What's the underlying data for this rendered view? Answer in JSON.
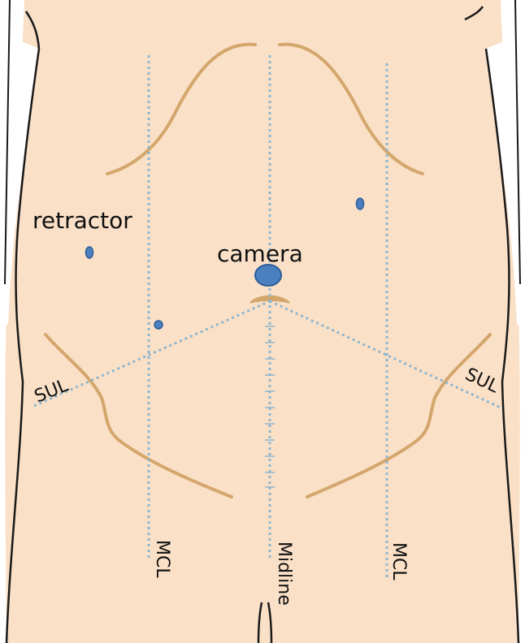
{
  "labels": {
    "retractor": "retractor",
    "camera": "camera",
    "sul_left": "SUL",
    "sul_right": "SUL",
    "mcl_left": "MCL",
    "midline": "Midline",
    "mcl_right": "MCL"
  },
  "colors": {
    "skin": "#fae0c7",
    "outline": "#1a1a1a",
    "contour": "#d3a66c",
    "guide_line": "#8eb6cf",
    "port": "#4a7fc0",
    "port_edge": "#2f5e99",
    "background": "#ffffff"
  }
}
